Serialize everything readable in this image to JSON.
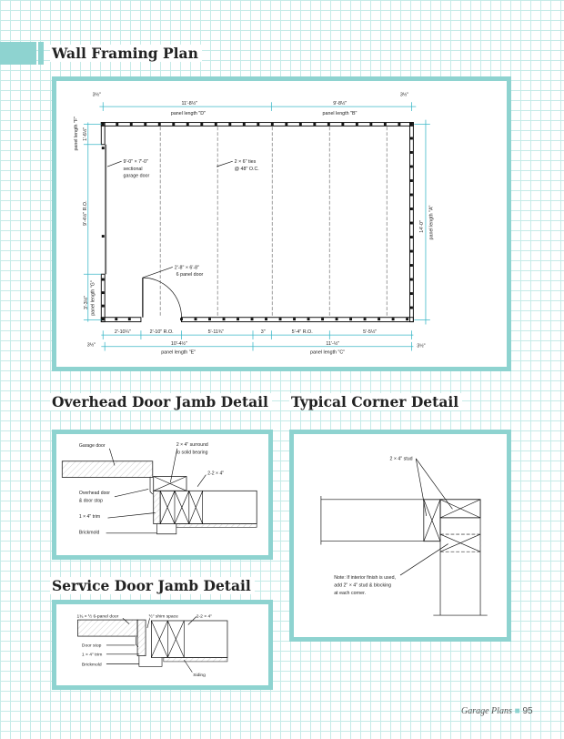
{
  "titles": {
    "wall_framing": "Wall Framing Plan",
    "overhead": "Overhead Door Jamb Detail",
    "corner": "Typical Corner Detail",
    "service": "Service Door Jamb Detail"
  },
  "plan": {
    "top": {
      "left_offset": "3½\"",
      "right_offset": "3½\"",
      "d_dim": "11'-8½\"",
      "d_label": "panel length \"D\"",
      "b_dim": "9'-8½\"",
      "b_label": "panel length \"B\""
    },
    "left": {
      "f_label": "panel length \"F\"",
      "f_dim": "1'-6½\"",
      "garage_ro": "9'-4½\" R.O.",
      "g_dim": "3'-3½\"",
      "g_label": "panel length \"G\""
    },
    "right": {
      "a_dim": "14'-0\"",
      "a_label": "panel length \"A\""
    },
    "bottom": {
      "segments": [
        "2'-10¼\"",
        "2'-10\" R.O.",
        "5'-11¾\"",
        "3\"",
        "5'-4\" R.O.",
        "5'-5½\""
      ],
      "e_dim": "10'-4½\"",
      "e_label": "panel length \"E\"",
      "c_dim": "11'-½\"",
      "c_label": "panel length \"C\"",
      "left_offset": "3½\"",
      "right_offset": "3½\""
    },
    "notes": {
      "garage_door": [
        "9'-0\" × 7'-0\"",
        "sectional",
        "garage door"
      ],
      "ties": [
        "2 × 6\" ties",
        "@ 48\" O.C."
      ],
      "service_door": [
        "2'-8\" × 6'-8\"",
        "6 panel door"
      ]
    }
  },
  "overhead": {
    "labels": [
      "Garage door",
      "2 × 4\" surround",
      "to solid bearing",
      "2-2 × 4\"",
      "Overhead door",
      "& door stop",
      "1 × 4\" trim",
      "Brickmold"
    ]
  },
  "service": {
    "labels": [
      "1¾ × ½ 6-panel door",
      "½\" shim space",
      "2-2 × 4\"",
      "Door stop",
      "1 × 4\" trim",
      "Brickmold",
      "Siding"
    ]
  },
  "corner": {
    "stud": "2 × 4\" stud",
    "note": [
      "Note: If interior finish is used,",
      "add 2\" × 4\" stud & blocking",
      "at each corner."
    ]
  },
  "footer": {
    "section": "Garage Plans",
    "page": "95"
  }
}
